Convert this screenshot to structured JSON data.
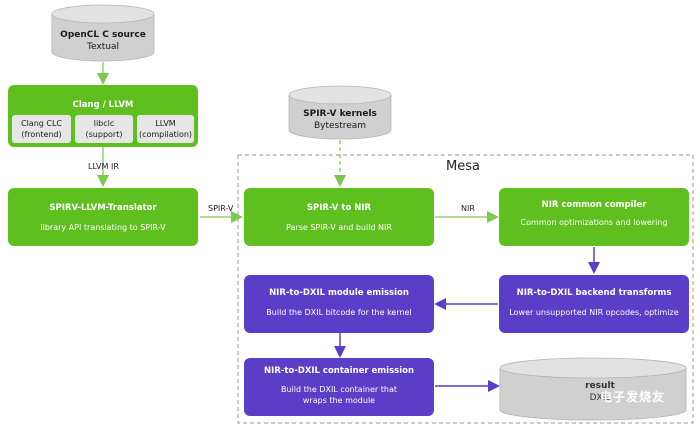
{
  "colors": {
    "green": "#5fbf1e",
    "purple": "#5b3ec8",
    "cylinder": "#d0d0d0",
    "arrow_green": "#8fd36a",
    "arrow_purple": "#5b3ec8",
    "dashed_border": "#9a9a9a"
  },
  "opencl_source": {
    "title": "OpenCL C source",
    "subtitle": "Textual"
  },
  "spirv_kernels": {
    "title": "SPIR-V kernels",
    "subtitle": "Bytestream"
  },
  "clang_llvm": {
    "title": "Clang / LLVM",
    "components": [
      {
        "name": "Clang CLC",
        "role": "(frontend)"
      },
      {
        "name": "libclc",
        "role": "(support)"
      },
      {
        "name": "LLVM",
        "role": "(compilation)"
      }
    ]
  },
  "llvm_ir_label": "LLVM IR",
  "translator": {
    "title": "SPIRV-LLVM-Translator",
    "subtitle": "library API translating to SPIR-V"
  },
  "spirv_edge_label": "SPIR-V",
  "mesa": {
    "label": "Mesa"
  },
  "spirv_to_nir": {
    "title": "SPIR-V to NIR",
    "subtitle": "Parse SPIR-V and build NIR"
  },
  "nir_edge_label": "NIR",
  "nir_compiler": {
    "title": "NIR common compiler",
    "subtitle": "Common optimizations and lowering"
  },
  "backend_transforms": {
    "title": "NIR-to-DXIL backend transforms",
    "subtitle": "Lower unsupported NIR opcodes, optimize"
  },
  "module_emission": {
    "title": "NIR-to-DXIL module emission",
    "subtitle": "Build the DXIL bitcode for the kernel"
  },
  "container_emission": {
    "title": "NIR-to-DXIL container emission",
    "subtitle": "Build the DXIL container that wraps the module"
  },
  "final_result": {
    "line1": "result",
    "line2": "DXIL"
  },
  "watermark": "电子发烧友"
}
